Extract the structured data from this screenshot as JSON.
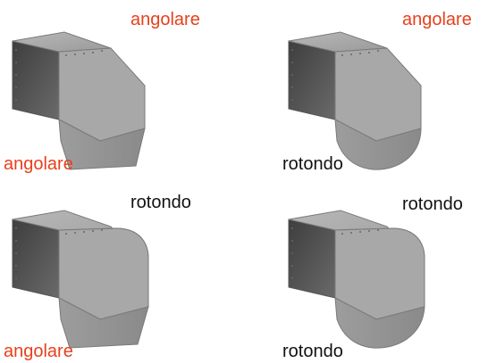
{
  "accent_color": "#e8401c",
  "text_color": "#111111",
  "variants": [
    {
      "shape_icon": "duct-elbow-angular-angular-icon",
      "top_label": "angolare",
      "top_color": "#e8401c",
      "bottom_label": "angolare",
      "bottom_color": "#e8401c"
    },
    {
      "shape_icon": "duct-elbow-angular-round-icon",
      "top_label": "angolare",
      "top_color": "#e8401c",
      "bottom_label": "rotondo",
      "bottom_color": "#111111"
    },
    {
      "shape_icon": "duct-elbow-round-angular-icon",
      "top_label": "rotondo",
      "top_color": "#111111",
      "bottom_label": "angolare",
      "bottom_color": "#e8401c"
    },
    {
      "shape_icon": "duct-elbow-round-round-icon",
      "top_label": "rotondo",
      "top_color": "#111111",
      "bottom_label": "rotondo",
      "bottom_color": "#111111"
    }
  ]
}
